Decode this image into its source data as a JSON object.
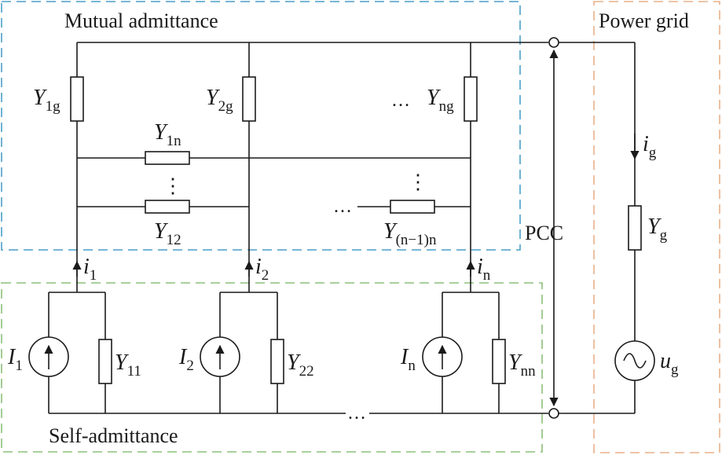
{
  "colors": {
    "mutual_box": "#4a9ec9",
    "self_box": "#8cc07a",
    "grid_box": "#e8b08a",
    "wire": "#1a1a1a"
  },
  "regions": {
    "mutual": "Mutual admittance",
    "self": "Self-admittance",
    "grid": "Power grid"
  },
  "pcc": "PCC",
  "ellipsis": "…",
  "vdots": "⋮",
  "mutual_admittances": [
    {
      "main": "Y",
      "sub": "1g"
    },
    {
      "main": "Y",
      "sub": "2g"
    },
    {
      "main": "Y",
      "sub": "ng"
    }
  ],
  "cross_admittances": [
    {
      "main": "Y",
      "sub": "1n"
    },
    {
      "main": "Y",
      "sub": "12"
    },
    {
      "main": "Y",
      "sub": "(n−1)n"
    }
  ],
  "branch_currents": [
    {
      "main": "i",
      "sub": "1"
    },
    {
      "main": "i",
      "sub": "2"
    },
    {
      "main": "i",
      "sub": "n"
    }
  ],
  "sources": [
    {
      "main": "I",
      "sub": "1"
    },
    {
      "main": "I",
      "sub": "2"
    },
    {
      "main": "I",
      "sub": "n"
    }
  ],
  "self_admittances": [
    {
      "main": "Y",
      "sub": "11"
    },
    {
      "main": "Y",
      "sub": "22"
    },
    {
      "main": "Y",
      "sub": "nn"
    }
  ],
  "grid": {
    "current": {
      "main": "i",
      "sub": "g"
    },
    "admittance": {
      "main": "Y",
      "sub": "g"
    },
    "voltage": {
      "main": "u",
      "sub": "g"
    }
  }
}
